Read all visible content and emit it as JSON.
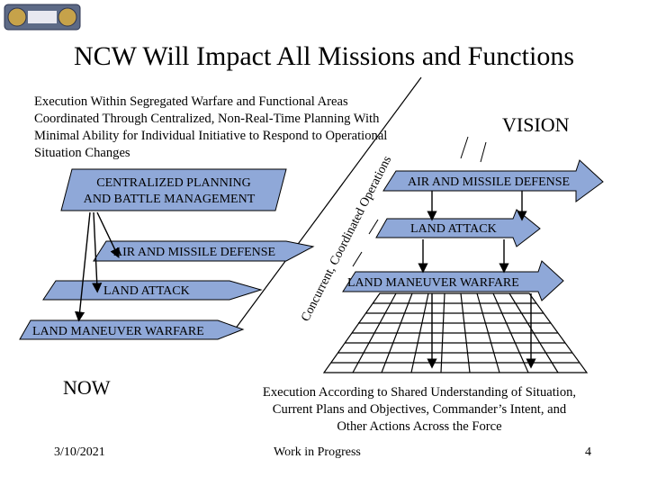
{
  "slide": {
    "title": "NCW Will Impact All Missions and Functions",
    "left_description": "Execution Within Segregated Warfare and Functional Areas Coordinated Through Centralized, Non-Real-Time Planning With Minimal Ability for Individual Initiative to Respond to Operational Situation Changes",
    "right_description": "Execution According to Shared Understanding of Situation, Current Plans and Objectives, Commander’s Intent, and Other Actions Across the Force",
    "vision_label": "VISION",
    "now_label": "NOW",
    "diagonal_text": "Concurrent, Coordinated Operations",
    "centralized_label_line1": "CENTRALIZED PLANNING",
    "centralized_label_line2": "AND BATTLE MANAGEMENT"
  },
  "now_arrows": [
    "AIR AND MISSILE DEFENSE",
    "LAND ATTACK",
    "LAND MANEUVER WARFARE"
  ],
  "vision_arrows": [
    "AIR AND MISSILE DEFENSE",
    "LAND ATTACK",
    "LAND MANEUVER WARFARE"
  ],
  "footer": {
    "date": "3/10/2021",
    "center": "Work in Progress",
    "page": "4"
  },
  "colors": {
    "arrow_fill": "#8fa8d8",
    "arrow_stroke": "#000000"
  }
}
